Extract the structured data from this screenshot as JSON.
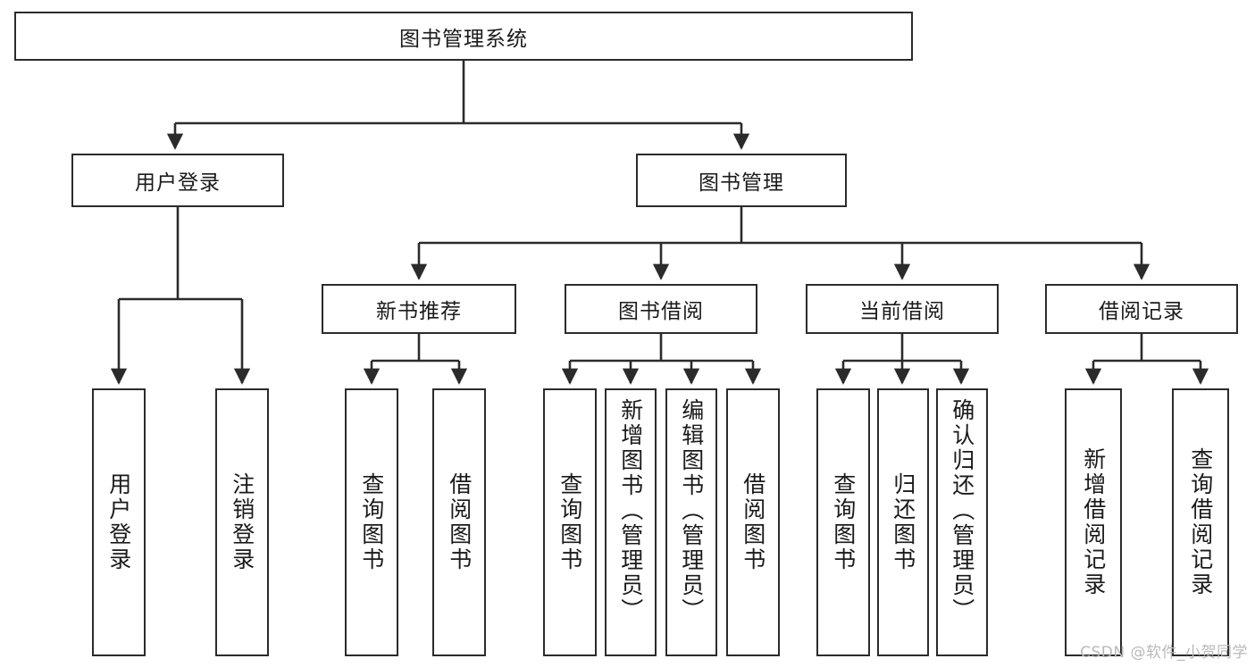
{
  "diagram": {
    "type": "tree",
    "title": "图书管理系统",
    "orientation": "top-down",
    "edge_style": "orthogonal-arrow",
    "colors": {
      "box_border": "#2b2b2b",
      "box_fill": "#ffffff",
      "edge": "#2b2b2b",
      "text": "#1a1a1a",
      "watermark": "#b9b9b9",
      "background": "#ffffff"
    }
  },
  "root": {
    "label": "图书管理系统"
  },
  "level2": [
    {
      "label": "用户登录"
    },
    {
      "label": "图书管理"
    }
  ],
  "level3": [
    {
      "label": "新书推荐"
    },
    {
      "label": "图书借阅"
    },
    {
      "label": "当前借阅"
    },
    {
      "label": "借阅记录"
    }
  ],
  "leaves": {
    "user_login": [
      {
        "label": "用户登录"
      },
      {
        "label": "注销登录"
      }
    ],
    "new_book_recommend": [
      {
        "label": "查询图书"
      },
      {
        "label": "借阅图书"
      }
    ],
    "book_borrow": [
      {
        "label": "查询图书"
      },
      {
        "label": "新增图书（管理员）"
      },
      {
        "label": "编辑图书（管理员）"
      },
      {
        "label": "借阅图书"
      }
    ],
    "current_borrow": [
      {
        "label": "查询图书"
      },
      {
        "label": "归还图书"
      },
      {
        "label": "确认归还（管理员）"
      }
    ],
    "borrow_record": [
      {
        "label": "新增借阅记录"
      },
      {
        "label": "查询借阅记录"
      }
    ]
  },
  "watermark": {
    "text": "CSDN @软件_小贺同学"
  }
}
